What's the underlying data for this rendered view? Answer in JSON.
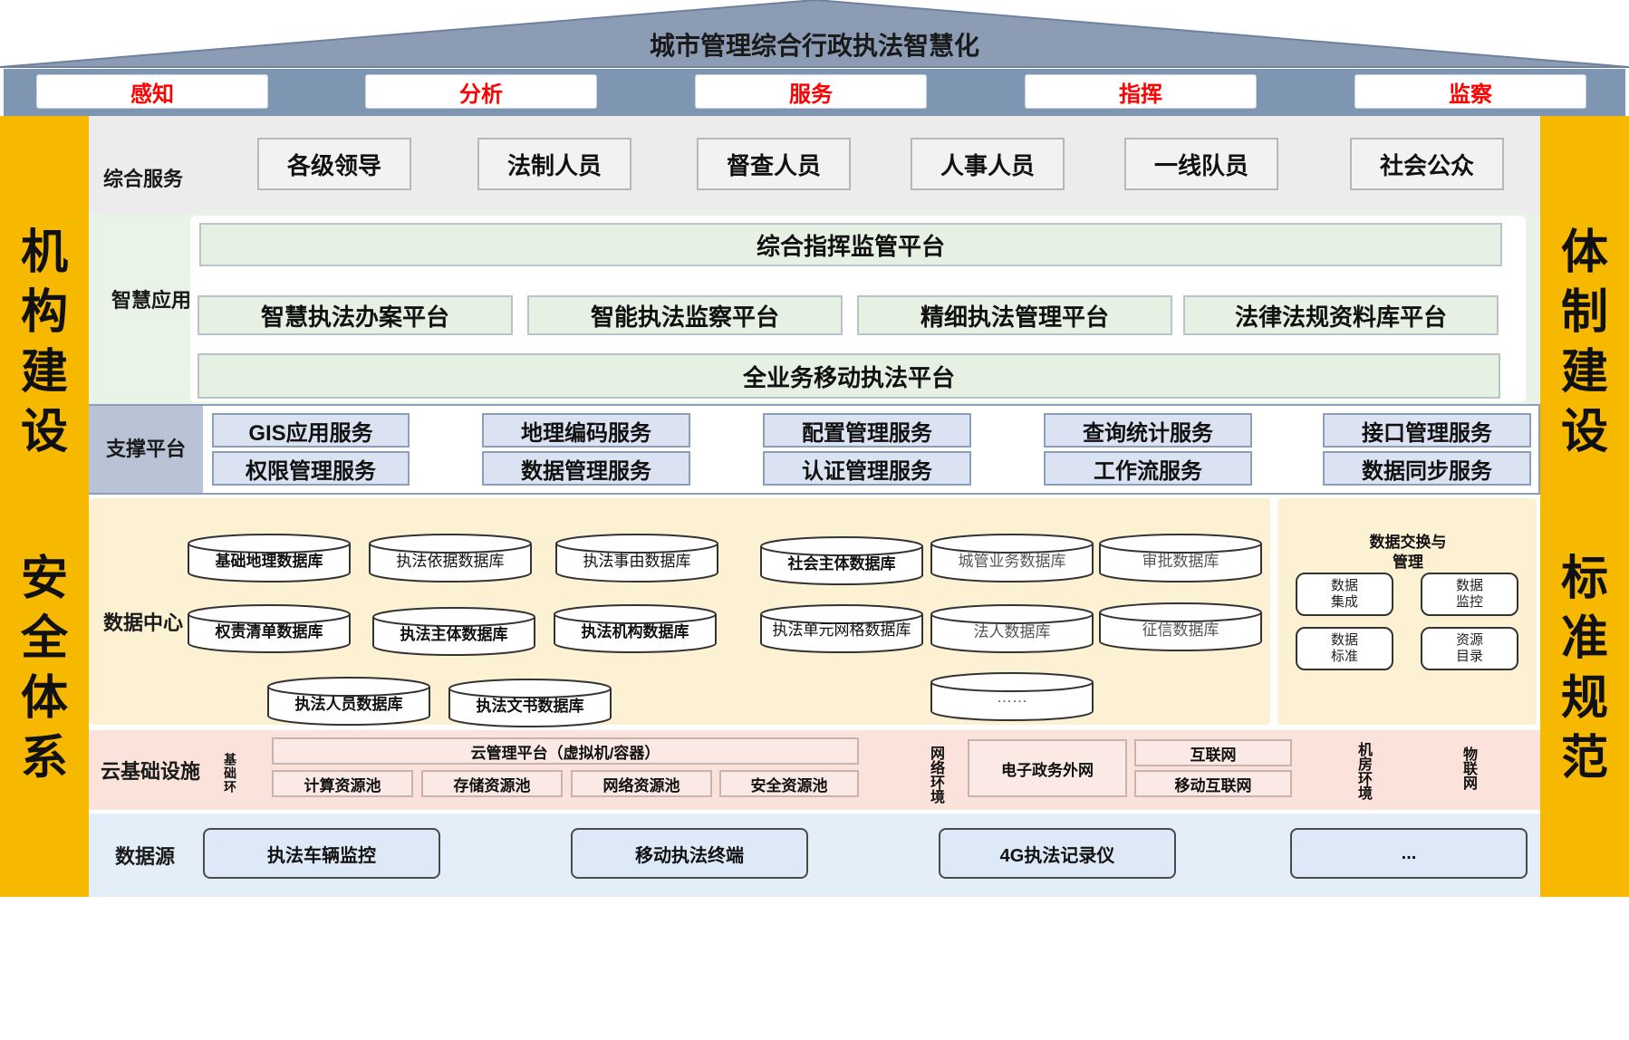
{
  "roof": {
    "title": "城市管理综合行政执法智慧化",
    "buttons": [
      "感知",
      "分析",
      "服务",
      "指挥",
      "监察"
    ]
  },
  "left_side": {
    "top": "机构建设",
    "bottom": "安全体系"
  },
  "right_side": {
    "top": "体制建设",
    "bottom": "标准规范"
  },
  "service": {
    "label": "综合服务",
    "roles": [
      "各级领导",
      "法制人员",
      "督查人员",
      "人事人员",
      "一线队员",
      "社会公众"
    ]
  },
  "smart_app": {
    "label": "智慧应用",
    "top_platform": "综合指挥监管平台",
    "platforms": [
      "智慧执法办案平台",
      "智能执法监察平台",
      "精细执法管理平台",
      "法律法规资料库平台"
    ],
    "bottom_platform": "全业务移动执法平台"
  },
  "support": {
    "label": "支撑平台",
    "row1": [
      "GIS应用服务",
      "地理编码服务",
      "配置管理服务",
      "查询统计服务",
      "接口管理服务"
    ],
    "row2": [
      "权限管理服务",
      "数据管理服务",
      "认证管理服务",
      "工作流服务",
      "数据同步服务"
    ]
  },
  "data_center": {
    "label": "数据中心",
    "row1": [
      "基础地理数据库",
      "执法依据数据库",
      "执法事由数据库",
      "社会主体数据库",
      "城管业务数据库",
      "审批数据库"
    ],
    "row2": [
      "权责清单数据库",
      "执法主体数据库",
      "执法机构数据库",
      "执法单元网格数据库",
      "法人数据库",
      "征信数据库"
    ],
    "row3": [
      "执法人员数据库",
      "执法文书数据库",
      "……"
    ],
    "exchange": {
      "title": "数据交换与管理",
      "items": [
        "数据集成",
        "数据监控",
        "数据标准",
        "资源目录"
      ]
    }
  },
  "cloud": {
    "label": "云基础设施",
    "base_env": "基础环",
    "cloud_platform": "云管理平台（虚拟机/容器）",
    "pools": [
      "计算资源池",
      "存储资源池",
      "网络资源池",
      "安全资源池"
    ],
    "network_env": "网络环境",
    "egov": "电子政务外网",
    "internet": "互联网",
    "mobile_internet": "移动互联网",
    "room_env": "机房环境",
    "iot": "物联网"
  },
  "data_source": {
    "label": "数据源",
    "items": [
      "执法车辆监控",
      "移动执法终端",
      "4G执法记录仪",
      "..."
    ]
  }
}
